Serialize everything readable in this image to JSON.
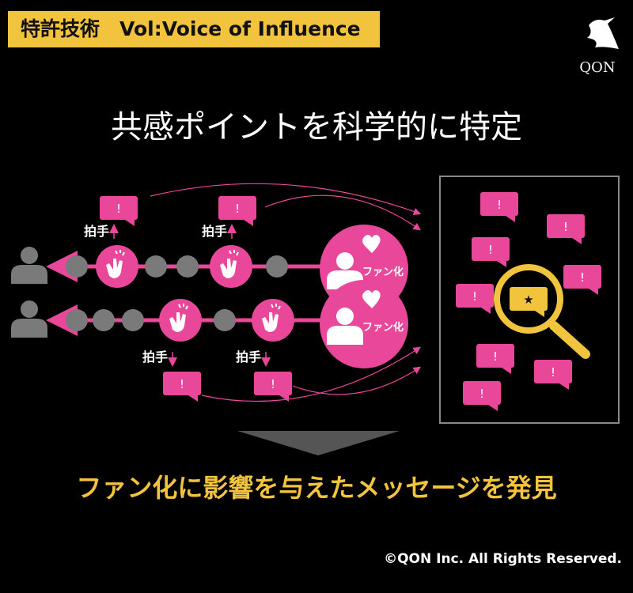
{
  "header": {
    "badge": "特許技術　Vol:Voice of Influence",
    "logo": "QON"
  },
  "title": "共感ポイントを科学的に特定",
  "diagram": {
    "clap_label": "拍手",
    "fan_label": "ファン化",
    "bubble_mark": "!",
    "star": "★"
  },
  "subtitle": "ファン化に影響を与えたメッセージを発見",
  "footer": "©QON Inc. All Rights Reserved.",
  "colors": {
    "pink": "#e8479a",
    "yellow": "#f2c33d",
    "grey": "#7a7a7a"
  }
}
